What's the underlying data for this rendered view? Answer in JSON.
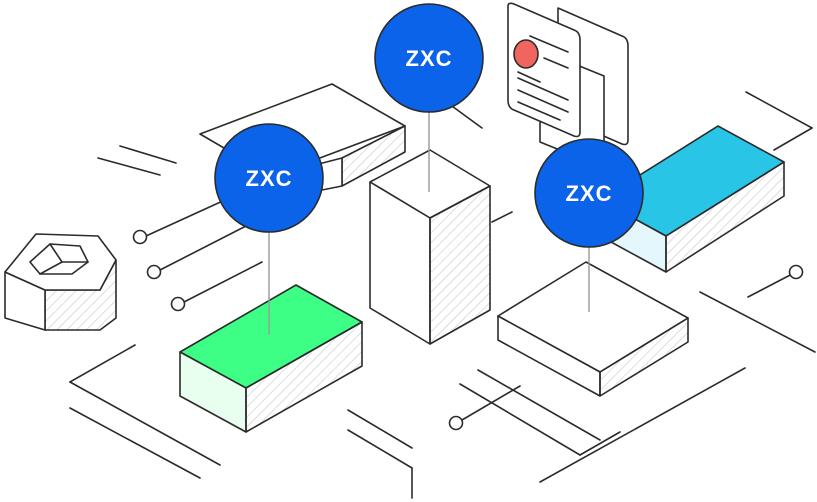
{
  "badges": {
    "left": {
      "label": "ZXC"
    },
    "center": {
      "label": "ZXC"
    },
    "right": {
      "label": "ZXC"
    }
  },
  "colors": {
    "badge": "#0a63e8",
    "green_block": "#3dff86",
    "green_side": "#e8fff0",
    "cyan_block": "#29c5e6",
    "cyan_side": "#e3f7fc",
    "document_dot": "#f0665e",
    "stroke": "#2b2b2b",
    "pin": "#9a9a9a"
  }
}
